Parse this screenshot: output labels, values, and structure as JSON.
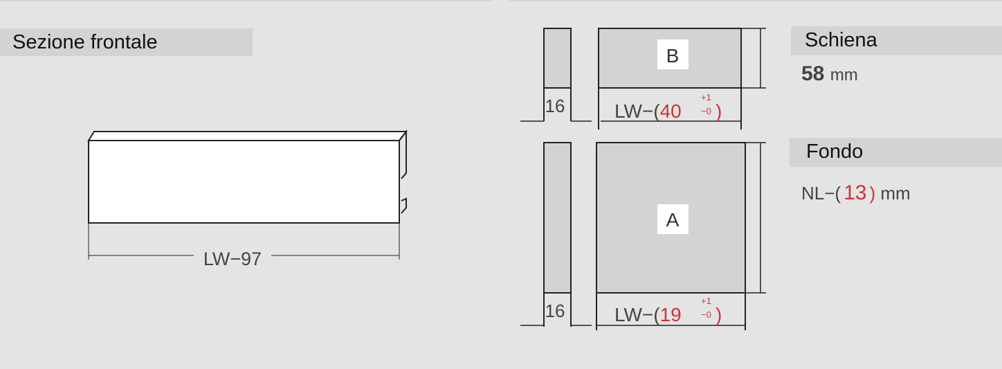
{
  "front_section": {
    "title": "Sezione frontale",
    "dimension": "LW−97"
  },
  "back": {
    "title": "Schiena",
    "value": "58",
    "unit": "mm",
    "label": "B",
    "thickness": "16",
    "width_prefix": "LW−(",
    "width_value": "40",
    "tol_plus": "+1",
    "tol_minus": "−0",
    "width_suffix": ")"
  },
  "bottom": {
    "title": "Fondo",
    "formula_prefix": "NL−(",
    "formula_value": "13",
    "formula_suffix": ")",
    "unit": "mm",
    "label": "A",
    "thickness": "16",
    "width_prefix": "LW−(",
    "width_value": "19",
    "tol_plus": "+1",
    "tol_minus": "−0",
    "width_suffix": ")"
  }
}
